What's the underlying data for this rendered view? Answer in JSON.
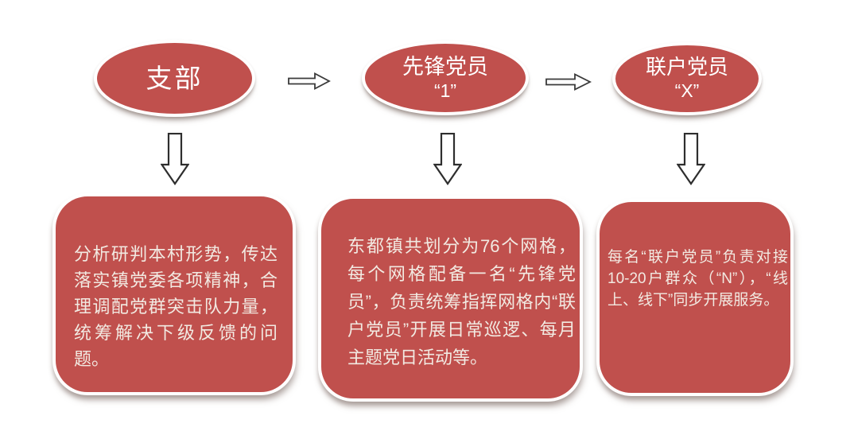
{
  "flow": {
    "nodes": [
      {
        "label": "支部",
        "sublabel": ""
      },
      {
        "label": "先锋党员",
        "sublabel": "“1”"
      },
      {
        "label": "联户党员",
        "sublabel": "“X”"
      }
    ],
    "boxes": [
      {
        "text": "分析研判本村形势，传达落实镇党委各项精神，合理调配党群突击队力量，统筹解决下级反馈的问题。"
      },
      {
        "text": "东都镇共划分为76个网格，每个网格配备一名“先锋党员”，负责统筹指挥网格内“联户党员”开展日常巡逻、每月主题党日活动等。"
      },
      {
        "text": "每名“联户党员”负责对接10-20户群众（“N”），“线上、线下”同步开展服务。"
      }
    ],
    "icons": {
      "horizontal_connector": "right-arrow-icon",
      "vertical_connector": "down-arrow-icon"
    }
  },
  "colors": {
    "shape_fill": "#C0504D",
    "node_text": "#FFFFFF",
    "box_text": "#F2EAE2",
    "arrow_fill": "#FFFFFF",
    "arrow_stroke": "#3B3B3B",
    "background": "#FFFFFF"
  }
}
